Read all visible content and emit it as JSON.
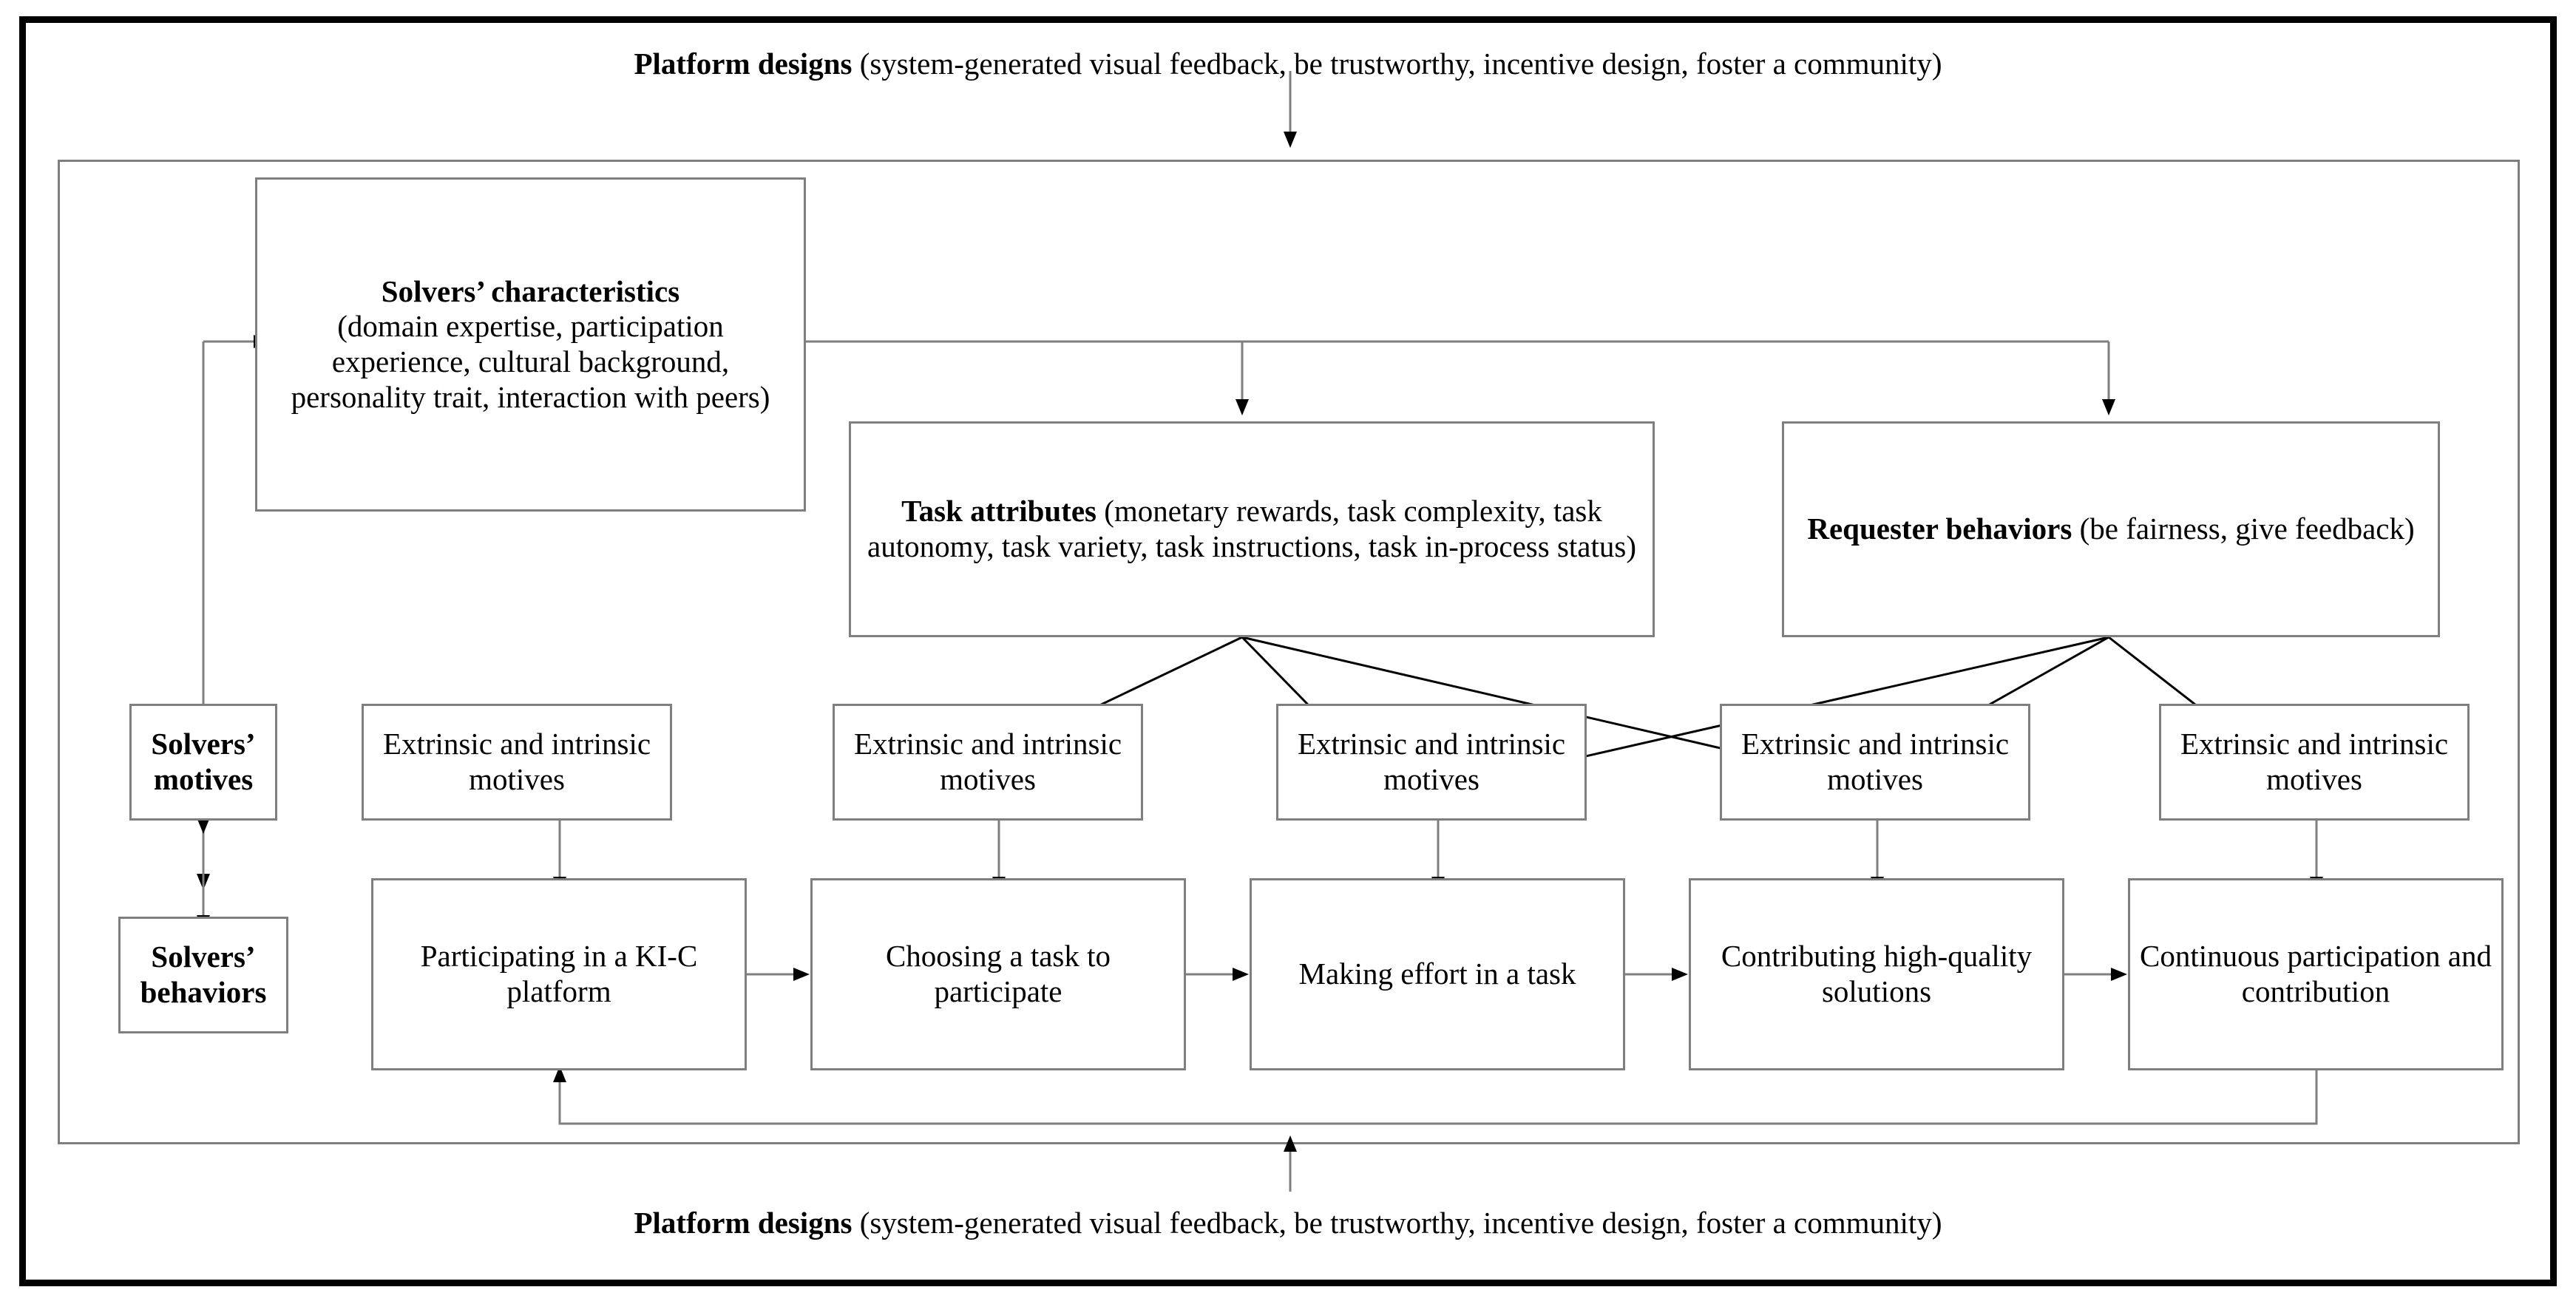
{
  "diagram": {
    "title_top": {
      "bold": "Platform designs",
      "rest": " (system-generated visual feedback, be trustworthy, incentive design, foster a community)"
    },
    "title_bottom": {
      "bold": "Platform designs",
      "rest": " (system-generated visual feedback, be trustworthy, incentive design, foster a community)"
    },
    "nodes": {
      "solvers_characteristics": {
        "bold": "Solvers’ characteristics",
        "rest": "(domain expertise, participation experience, cultural background, personality trait, interaction with peers)"
      },
      "task_attributes": {
        "bold": "Task attributes",
        "rest": " (monetary rewards, task complexity, task autonomy, task variety, task instructions, task in-process status)"
      },
      "requester_behaviors": {
        "bold": "Requester behaviors",
        "rest": " (be fairness, give feedback)"
      },
      "solvers_motives": "Solvers’ motives",
      "solvers_behaviors": "Solvers’ behaviors"
    },
    "motives_row": [
      "Extrinsic and intrinsic motives",
      "Extrinsic and intrinsic motives",
      "Extrinsic and intrinsic motives",
      "Extrinsic and intrinsic motives",
      "Extrinsic and intrinsic motives"
    ],
    "process_row": [
      "Participating in a KI-C platform",
      "Choosing a task to participate",
      "Making effort in a task",
      "Contributing high-quality solutions",
      "Continuous participation and contribution"
    ],
    "colors": {
      "outer_border": "#000000",
      "box_border": "#7f7f7f",
      "connector": "#7f7f7f",
      "arrow_fill": "#000000",
      "text": "#000000",
      "background": "#ffffff"
    }
  }
}
